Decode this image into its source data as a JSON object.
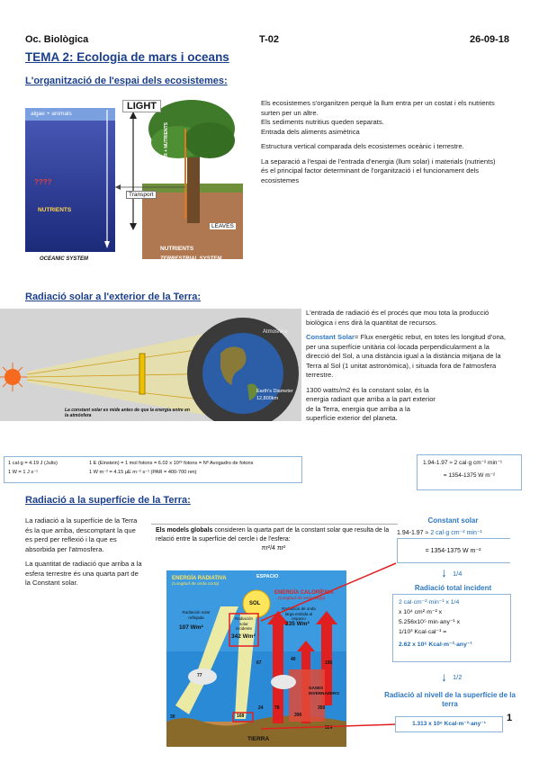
{
  "header": {
    "subject": "Oc. Biològica",
    "code": "T-02",
    "date": "26-09-18"
  },
  "title": "TEMA 2: Ecologia de mars i oceans",
  "section1": {
    "heading": "L'organització de l'espai dels ecosistemes:",
    "paragraphs": [
      "Els ecosistemes s'organitzen perquè la llum entra per un costat i els nutrients surten per un altre.",
      "Els sediments nutritius queden separats.",
      "Entrada dels aliments asimètrica",
      "Estructura vertical comparada dels ecosistemes oceànic i terrestre.",
      "La separació a l'espai de l'entrada d'energia (llum solar) i materials (nutrients) és el principal factor determinant de l'organització i el funcionament dels ecosistemes"
    ],
    "figure": {
      "light": "LIGHT",
      "algae": "algae + animals",
      "question": "????",
      "nutrients": "NUTRIENTS",
      "transport": "Transport",
      "leaves": "LEAVES",
      "nutrients_ground": "NUTRIENTS",
      "water_nutrients": "WATER + NUTRIENTS",
      "oceanic": "OCEANIC SYSTEM",
      "terrestrial": "TERRESTRIAL SYSTEM"
    }
  },
  "section2": {
    "heading": "Radiació solar a l'exterior de la Terra:",
    "p1": "L'entrada de radiació és el procés que mou tota la producció biològica i ens dirà la quantitat de recursos.",
    "cs_label": "Constant Solar",
    "cs_text": "= Flux energètic rebut, en totes les longitud d'ona, per una superfície unitària col·locada perpendicularment a la direcció del Sol, a una distància igual a la distància mitjana de la Terra al Sol (1 unitat astronòmica), i situada fora de l'atmosfera terrestre.",
    "p3": "1300 watts/m2 és la constant solar, és la energia radiant que arriba a la part exterior de la Terra, energia que arriba a la superfície exterior del planeta.",
    "figure": {
      "atmosfera": "Atmosfera",
      "earth_diameter": "Earth's Diameter",
      "earth_km": "12,800km",
      "caption": "La constant solar es mide antes de que la energía entre en la atmósfera"
    },
    "units_box": {
      "l1": "1 cal·g = 4.19 J (Julis)",
      "l2": "1 W = 1 J s⁻¹",
      "r1": "1 E (Einstein) = 1 mol fotons = 6.02 x 10²³ fotons = Nº Avogadro de fotons",
      "r2": "1 W m⁻² = 4.15 µE m⁻² s⁻¹ (PAR = 400-700 nm)"
    },
    "const_box": {
      "l1": "1.94-1.97 ≈ 2 cal·g cm⁻² min⁻¹",
      "l2": "= 1354-1375 W m⁻²"
    }
  },
  "section3": {
    "heading": "Radiació a la superfície de la Terra:",
    "p1": "La radiació a la superfície de la Terra és la que arriba, descomptant la que es perd per reflexió i la que es absorbida per l'atmosfera.",
    "p2": "La quantitat de radiació que arriba a la esfera terrestre és una quarta part de la Constant solar.",
    "models": {
      "bold": "Els models globals",
      "text": " consideren la quarta part de la constant solar que resulta de la relació entre la superfície del cercle i de l'esfera:",
      "formula": "πr²/4 πr²",
      "r1": "1.94-1.97 ≈ ",
      "r1b": "2 cal·g cm⁻² min⁻¹",
      "r2": "= 1354-1375 W m⁻²"
    },
    "diagram": {
      "espacio": "ESPACIO",
      "sol": "SOL",
      "radiativa": "ENERGÍA RADIATIVA",
      "radiativa_sub": "(Longitud de onda corta)",
      "calorifica": "ENERGÍA CALORÍFICA",
      "calorifica_sub": "(Longitud de onda larga)",
      "reflejada": "Radiación solar reflejada",
      "v107": "107 Wm²",
      "incidente": "Radiación solar incidente",
      "v342": "342 Wm²",
      "emitida": "Radiación de onda larga emitida al espacio",
      "v235": "235 Wm²",
      "v40": "40",
      "v67": "67",
      "v77": "77",
      "v195": "195",
      "v30": "30",
      "v168": "168",
      "v24": "24",
      "v78": "78",
      "v390": "390",
      "v324": "324",
      "v350": "350",
      "gases": "GASES INVERNADERO",
      "tierra": "TIERRA"
    },
    "flow": {
      "title": "Constant solar",
      "f1": "1/4",
      "total": "Radiació total incident",
      "c1": "2 cal·cm⁻²·min⁻¹ x 1/4",
      "c2": "x 10⁴ cm²·m⁻² x",
      "c3": "5.256x10⁵ min·any⁻¹ x",
      "c4": "1/10³ Kcal·cal⁻¹ =",
      "result": "2.62 x 10⁶ Kcal·m⁻²·any⁻¹",
      "f2": "1/2",
      "surface": "Radiació al nivell de la superfície de la terra",
      "final": "1.313 x 10⁶ Kcal·m⁻²·any⁻¹"
    }
  },
  "page_number": "1"
}
